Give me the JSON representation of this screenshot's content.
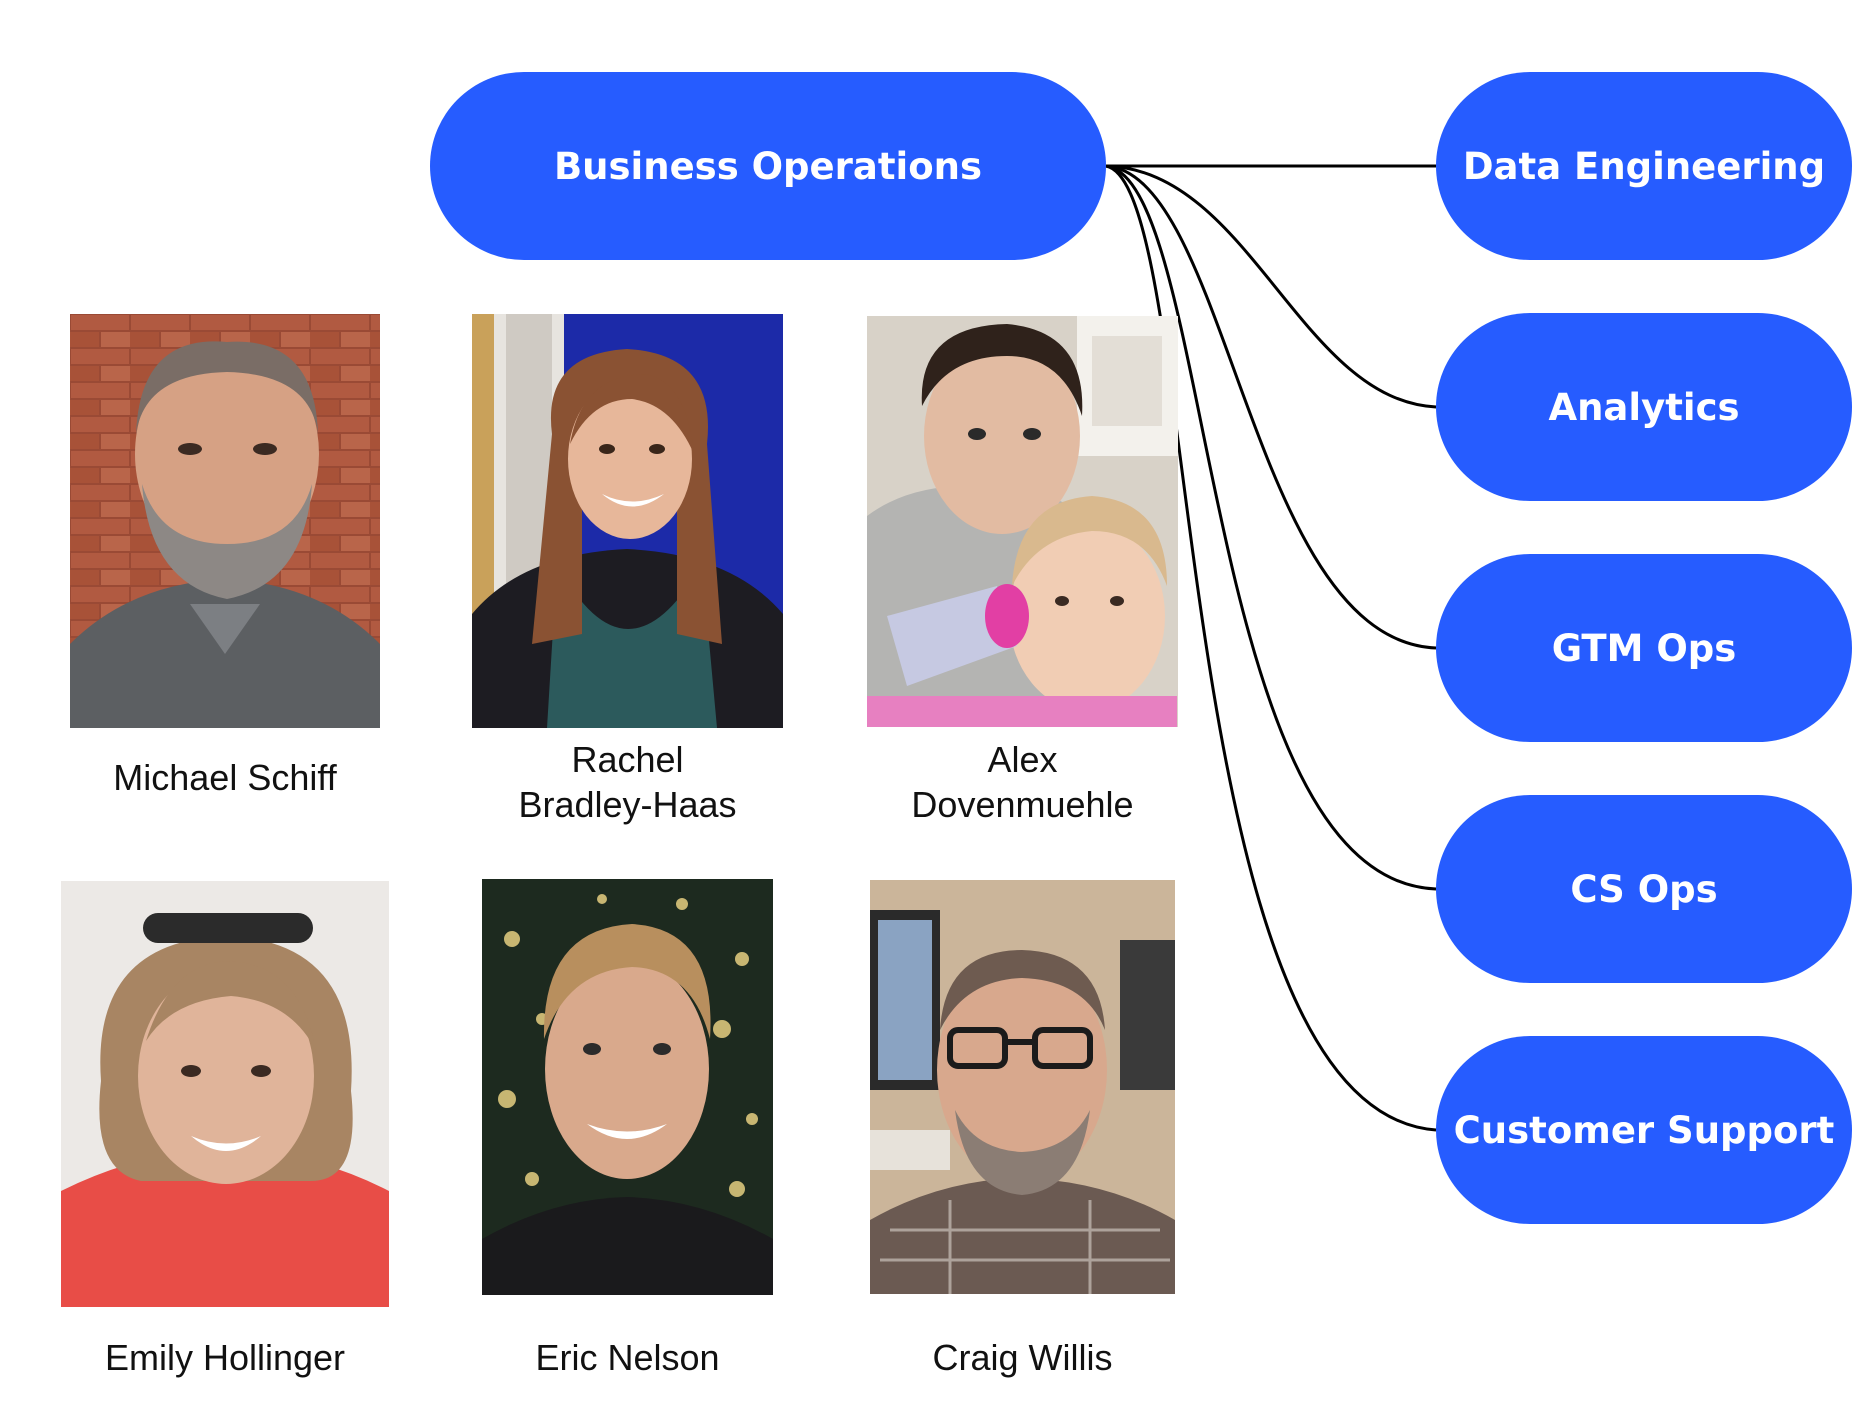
{
  "root": {
    "label": "Business Operations"
  },
  "teams": [
    {
      "label": "Data Engineering"
    },
    {
      "label": "Analytics"
    },
    {
      "label": "GTM Ops"
    },
    {
      "label": "CS Ops"
    },
    {
      "label": "Customer Support"
    }
  ],
  "people": [
    {
      "name_line1": "Michael Schiff",
      "name_line2": ""
    },
    {
      "name_line1": "Rachel",
      "name_line2": "Bradley-Haas"
    },
    {
      "name_line1": "Alex",
      "name_line2": "Dovenmuehle"
    },
    {
      "name_line1": "Emily Hollinger",
      "name_line2": ""
    },
    {
      "name_line1": "Eric Nelson",
      "name_line2": ""
    },
    {
      "name_line1": "Craig Willis",
      "name_line2": ""
    }
  ],
  "colors": {
    "pill": "#265cff",
    "connector": "#000000"
  }
}
